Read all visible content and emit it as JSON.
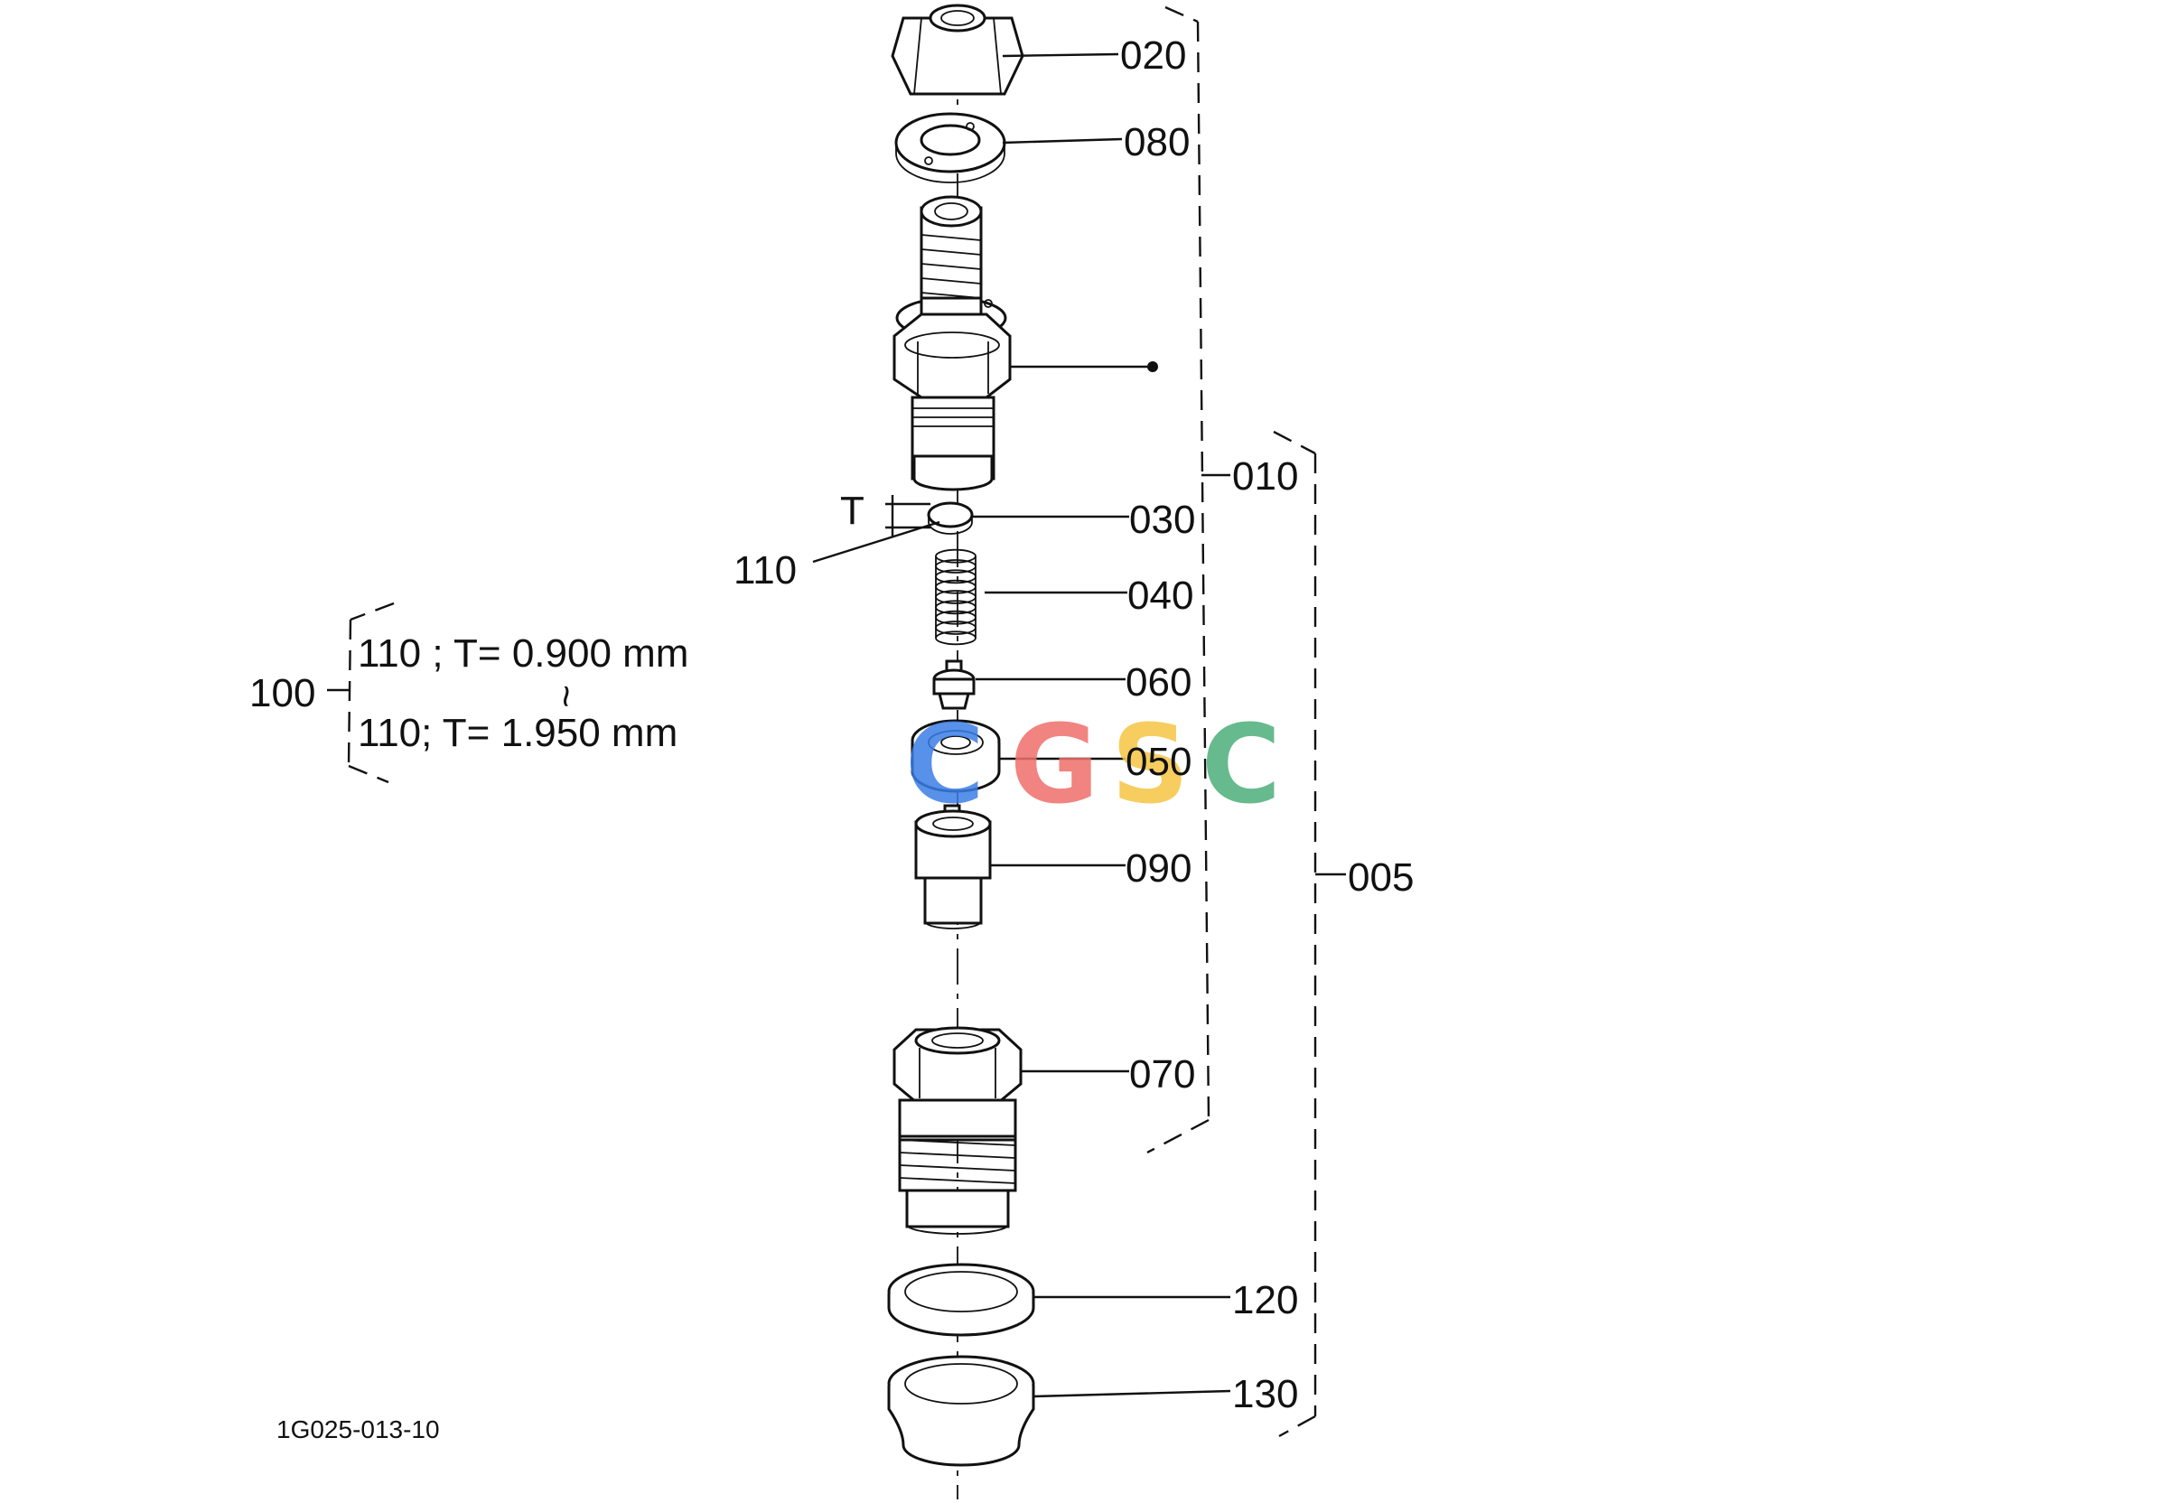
{
  "diagram": {
    "labels": {
      "p020": "020",
      "p080": "080",
      "p010": "010",
      "p030": "030",
      "p110": "110",
      "pT": "T",
      "p040": "040",
      "p060": "060",
      "p050": "050",
      "p090": "090",
      "p005": "005",
      "p070": "070",
      "p120": "120",
      "p130": "130",
      "p100": "100"
    },
    "spec": {
      "line1": "110 ; T= 0.900 mm",
      "separator": "~",
      "line2": "110; T= 1.950 mm"
    },
    "drawing_code": "1G025-013-10",
    "watermark": {
      "letters": [
        "C",
        "G",
        "S",
        "C"
      ],
      "colors": [
        "#3b7ee6",
        "#ef6f6a",
        "#f5c542",
        "#4caf7a"
      ]
    }
  }
}
